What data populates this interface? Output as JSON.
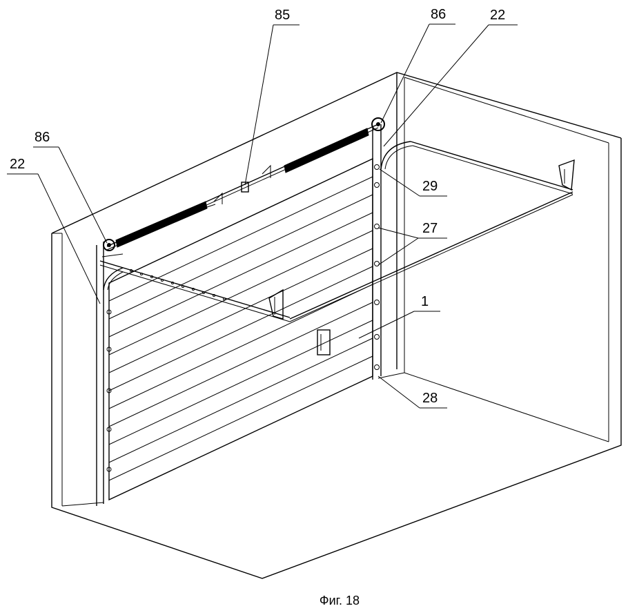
{
  "figure": {
    "caption": "Фиг. 18",
    "labels": {
      "ref_85": "85",
      "ref_86_right": "86",
      "ref_22_right": "22",
      "ref_86_left": "86",
      "ref_22_left": "22",
      "ref_29": "29",
      "ref_27": "27",
      "ref_1": "1",
      "ref_28": "28"
    }
  }
}
